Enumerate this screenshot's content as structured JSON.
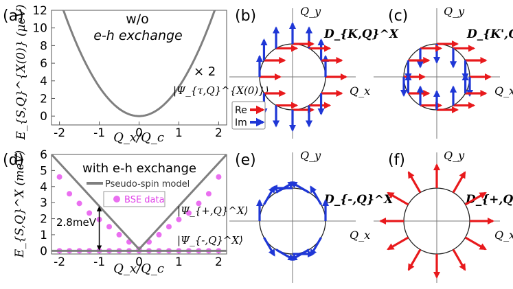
{
  "panels": {
    "a": {
      "label": "(a)",
      "ylabel": "E_{S,Q}^{X(0)} (μeV)",
      "xlabel": "Q_x/Q_c",
      "inset_title_line1": "w/o",
      "inset_title_line2": "e-h exchange",
      "multiplicity": "× 2",
      "state_label": "|Ψ_{τ,Q}^{X(0)}⟩"
    },
    "b": {
      "label": "(b)",
      "field_label": "D_{K,Q}^X",
      "axis_x": "Q_x",
      "axis_y": "Q_y",
      "legend": [
        {
          "name": "Re",
          "color": "#e8191c"
        },
        {
          "name": "Im",
          "color": "#1f37d6"
        }
      ]
    },
    "c": {
      "label": "(c)",
      "field_label": "D_{K',Q}^X",
      "axis_x": "Q_x",
      "axis_y": "Q_y"
    },
    "d": {
      "label": "(d)",
      "ylabel": "E_{S,Q}^X (meV)",
      "xlabel": "Q_x/Q_c",
      "inset_title": "with e-h exchange",
      "legend_line": "Pseudo-spin model",
      "legend_dots": "BSE data",
      "gap_label": "2.8meV",
      "state_plus": "|Ψ_{+,Q}^X⟩",
      "state_minus": "|Ψ_{-,Q}^X⟩"
    },
    "e": {
      "label": "(e)",
      "field_label": "D_{-,Q}^X",
      "axis_x": "Q_x",
      "axis_y": "Q_y"
    },
    "f": {
      "label": "(f)",
      "field_label": "D_{+,Q}^X",
      "axis_x": "Q_x",
      "axis_y": "Q_y"
    }
  },
  "chart_data": [
    {
      "type": "line",
      "panel": "a",
      "xlim": [
        -2.2,
        2.2
      ],
      "ylim": [
        -1,
        12
      ],
      "xticks": [
        -2,
        -1,
        0,
        1,
        2
      ],
      "yticks": [
        0,
        2,
        4,
        6,
        8,
        10,
        12
      ],
      "series": [
        {
          "x": [
            -1.9,
            -1.5,
            -1.0,
            -0.5,
            0,
            0.5,
            1.0,
            1.5,
            1.9
          ],
          "y": [
            12.0,
            7.5,
            3.3,
            0.8,
            0,
            0.8,
            3.3,
            7.5,
            12.0
          ],
          "color": "#7f7f7f"
        }
      ]
    },
    {
      "type": "line",
      "panel": "d",
      "xlim": [
        -2.2,
        2.2
      ],
      "ylim": [
        -0.2,
        6
      ],
      "xticks": [
        -2,
        -1,
        0,
        1,
        2
      ],
      "yticks": [
        0,
        1,
        2,
        3,
        4,
        5,
        6
      ],
      "series": [
        {
          "name": "Pseudo-spin model",
          "x": [
            -2.2,
            0,
            2.2
          ],
          "y": [
            6.0,
            0.1,
            6.0
          ],
          "color": "#7f7f7f"
        },
        {
          "name": "Pseudo-spin model",
          "x": [
            -2.2,
            2.2
          ],
          "y": [
            0,
            0
          ],
          "color": "#7f7f7f"
        },
        {
          "name": "BSE data",
          "kind": "scatter",
          "color": "#ea6ff0",
          "x": [
            -2,
            -1.75,
            -1.5,
            -1.25,
            -1,
            -0.75,
            -0.5,
            -0.25,
            0,
            0.25,
            0.5,
            0.75,
            1,
            1.25,
            1.5,
            1.75,
            2
          ],
          "y": [
            4.6,
            3.55,
            2.95,
            2.35,
            1.95,
            1.5,
            1.0,
            0.55,
            0.1,
            0.55,
            1.0,
            1.5,
            1.95,
            2.35,
            2.95,
            3.55,
            4.6
          ]
        },
        {
          "name": "BSE data",
          "kind": "scatter",
          "color": "#ea6ff0",
          "x": [
            -2,
            -1.75,
            -1.5,
            -1.25,
            -1,
            -0.75,
            -0.5,
            -0.25,
            0,
            0.25,
            0.5,
            0.75,
            1,
            1.25,
            1.5,
            1.75,
            2
          ],
          "y": [
            0,
            0,
            0,
            0,
            0,
            0,
            0,
            0,
            0,
            0,
            0,
            0,
            0,
            0,
            0,
            0,
            0
          ]
        }
      ],
      "annotation": {
        "text": "2.8meV",
        "x": -1,
        "from": 0,
        "to": 2.8
      }
    }
  ]
}
